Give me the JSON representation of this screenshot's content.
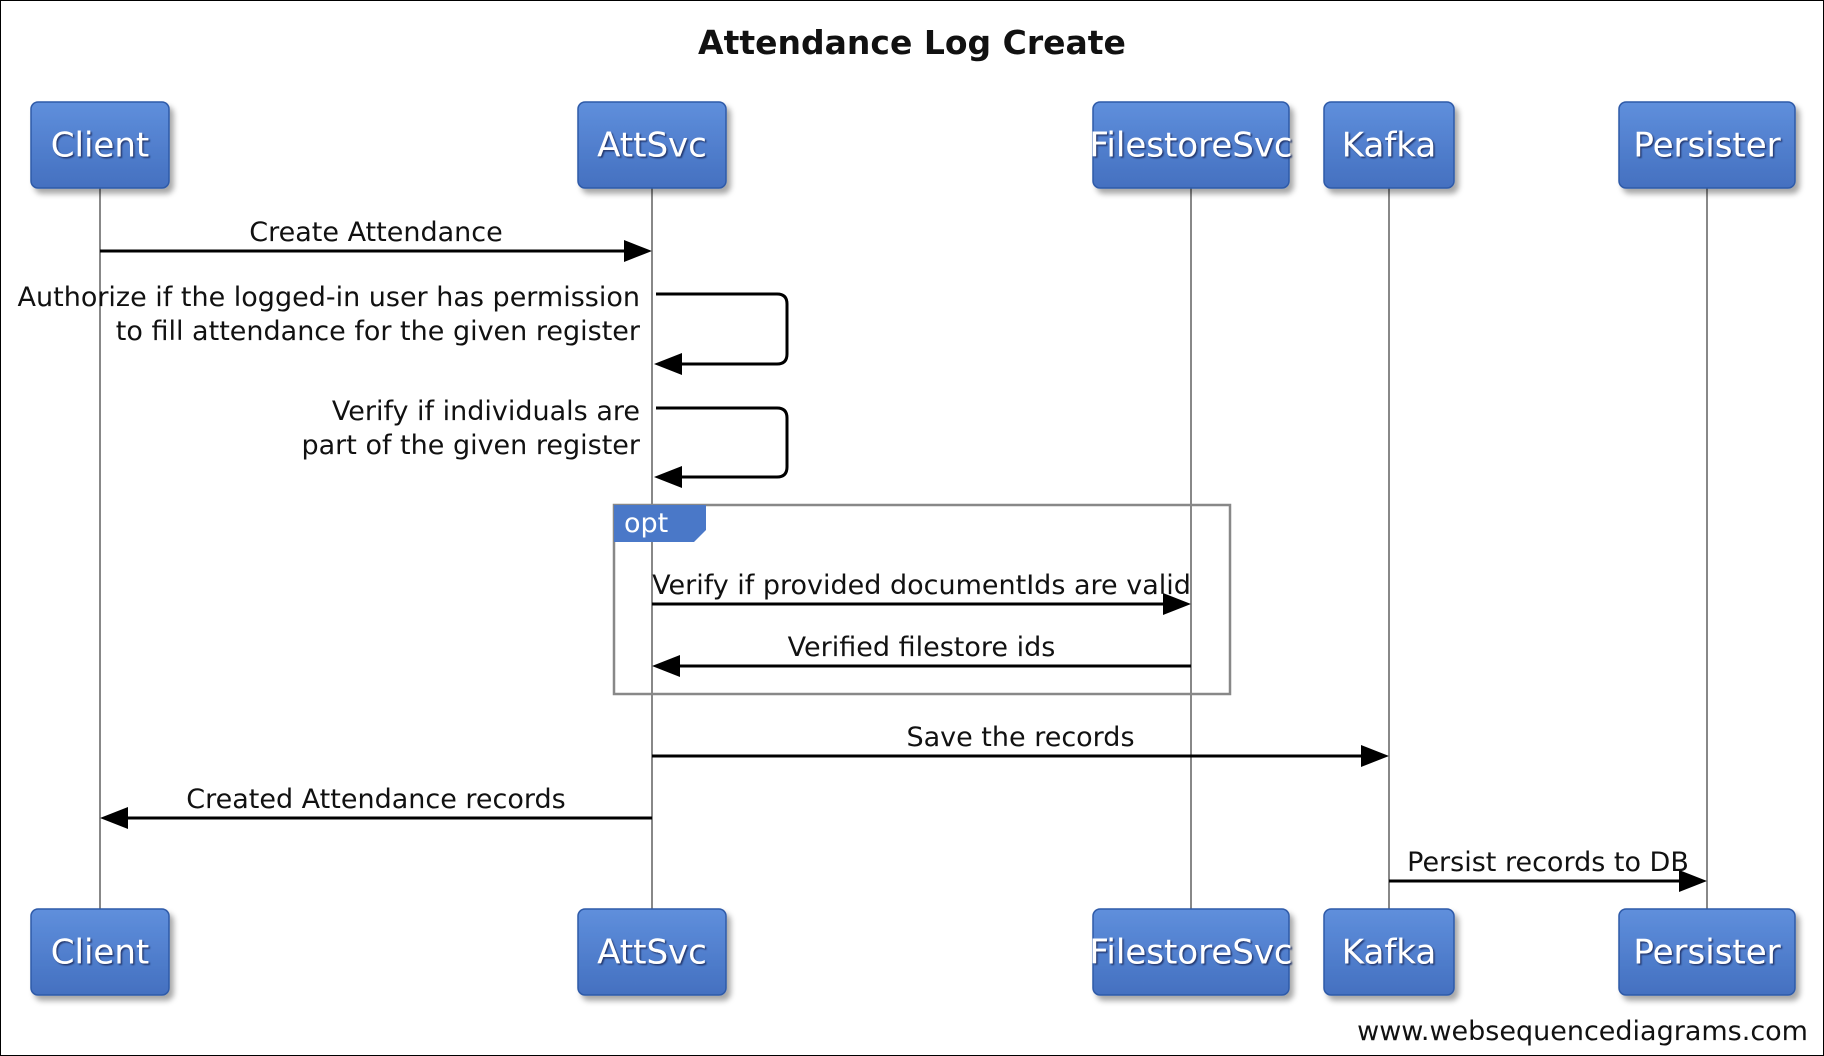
{
  "title": "Attendance Log Create",
  "watermark": "www.websequencediagrams.com",
  "colors": {
    "participant_fill": "#4a78c8",
    "participant_fill_light": "#5b88d6",
    "participant_stroke": "#2f5aa8",
    "participant_text": "#ffffff",
    "lifeline": "#888888",
    "arrow": "#000000",
    "frame": "#888888",
    "opt_tab": "#4a78c8"
  },
  "participants": [
    {
      "id": "client",
      "label": "Client"
    },
    {
      "id": "attsvc",
      "label": "AttSvc"
    },
    {
      "id": "filestoresvc",
      "label": "FilestoreSvc"
    },
    {
      "id": "kafka",
      "label": "Kafka"
    },
    {
      "id": "persister",
      "label": "Persister"
    }
  ],
  "messages": [
    {
      "id": "create-attendance",
      "from": "client",
      "to": "attsvc",
      "type": "sync",
      "lines": [
        "Create Attendance"
      ]
    },
    {
      "id": "authorize",
      "from": "attsvc",
      "to": "attsvc",
      "type": "self",
      "lines": [
        "Authorize if the logged-in user has permission",
        "to fill attendance for the given register"
      ]
    },
    {
      "id": "verify-individuals",
      "from": "attsvc",
      "to": "attsvc",
      "type": "self",
      "lines": [
        "Verify if individuals are",
        "part of the given register"
      ]
    },
    {
      "id": "verify-documents",
      "from": "attsvc",
      "to": "filestoresvc",
      "type": "sync",
      "lines": [
        "Verify if provided documentIds are valid"
      ]
    },
    {
      "id": "verified-ids",
      "from": "filestoresvc",
      "to": "attsvc",
      "type": "sync",
      "lines": [
        "Verified filestore ids"
      ]
    },
    {
      "id": "save-records",
      "from": "attsvc",
      "to": "kafka",
      "type": "sync",
      "lines": [
        "Save the records"
      ]
    },
    {
      "id": "created-records",
      "from": "attsvc",
      "to": "client",
      "type": "sync",
      "lines": [
        "Created Attendance records"
      ]
    },
    {
      "id": "persist-records",
      "from": "kafka",
      "to": "persister",
      "type": "sync",
      "lines": [
        "Persist records to DB"
      ]
    }
  ],
  "fragments": [
    {
      "id": "opt-fragment",
      "label": "opt",
      "covers": [
        "verify-documents",
        "verified-ids"
      ]
    }
  ]
}
